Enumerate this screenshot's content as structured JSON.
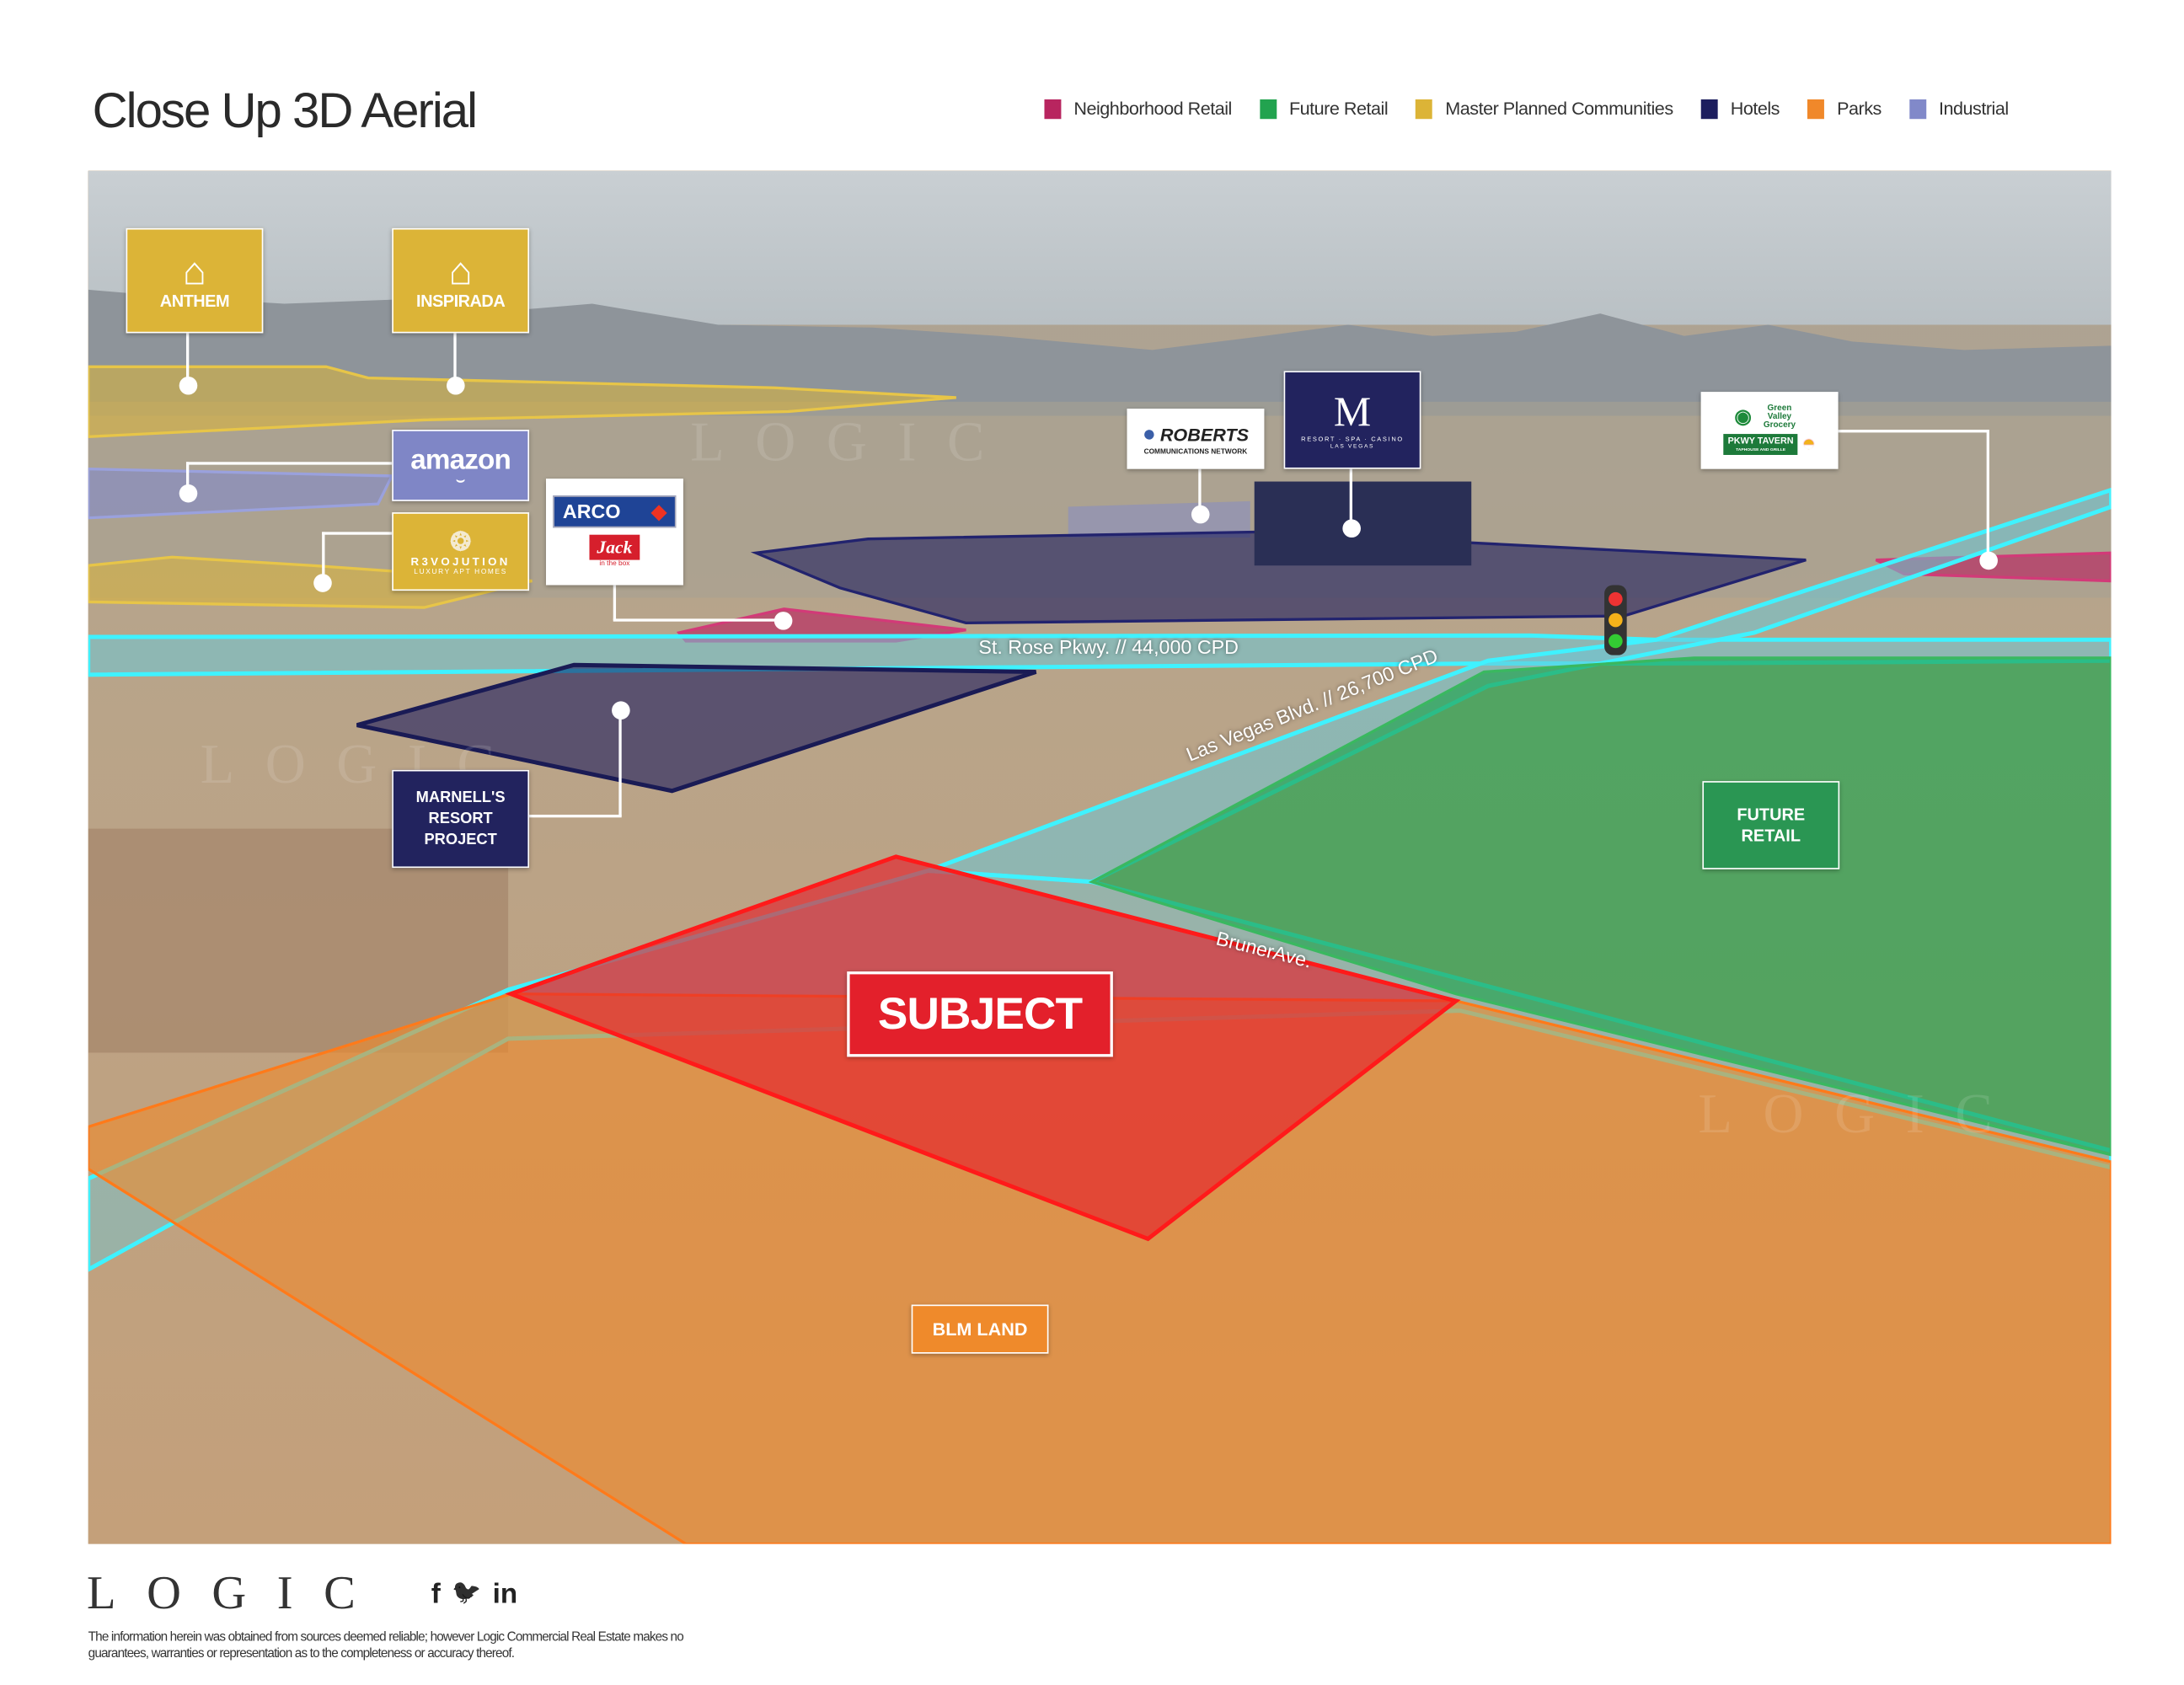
{
  "header": {
    "title": "Close Up 3D Aerial"
  },
  "legend": [
    {
      "label": "Neighborhood Retail",
      "color": "#b8255f"
    },
    {
      "label": "Future Retail",
      "color": "#22a34f"
    },
    {
      "label": "Master Planned Communities",
      "color": "#dcb437"
    },
    {
      "label": "Hotels",
      "color": "#1c1d5e"
    },
    {
      "label": "Parks",
      "color": "#f0882a"
    },
    {
      "label": "Industrial",
      "color": "#8189c9"
    }
  ],
  "map": {
    "labels": {
      "anthem": "ANTHEM",
      "inspirada": "INSPIRADA",
      "amazon": "amazon",
      "revolution": "R3VOJUTION",
      "revolution_sub": "LUXURY APT HOMES",
      "arco": "ARCO",
      "jack": "Jack",
      "jack_sub": "in the box",
      "roberts": "ROBERTS",
      "roberts_sub": "COMMUNICATIONS NETWORK",
      "m_resort": "M",
      "m_resort_sub": "RESORT · SPA · CASINO",
      "m_resort_city": "LAS VEGAS",
      "green_valley": "Green Valley Grocery",
      "pkwy_tavern": "PKWY TAVERN",
      "pkwy_tavern_sub": "TAPHOUSE AND GRILLE",
      "marnell": "MARNELL'S RESORT PROJECT",
      "future_retail": "FUTURE RETAIL",
      "subject": "SUBJECT",
      "blm": "BLM LAND"
    },
    "roads": {
      "st_rose": "St. Rose Pkwy. // 44,000 CPD",
      "lv_blvd": "Las Vegas Blvd. // 26,700 CPD",
      "bruner": "BrunerAve."
    }
  },
  "footer": {
    "logo": "LOGIC",
    "social": [
      "f",
      "🐦",
      "in"
    ],
    "disclaimer": "The information herein was obtained from sources deemed reliable; however Logic Commercial Real Estate makes no guarantees, warranties or representation as to the completeness or accuracy thereof."
  }
}
